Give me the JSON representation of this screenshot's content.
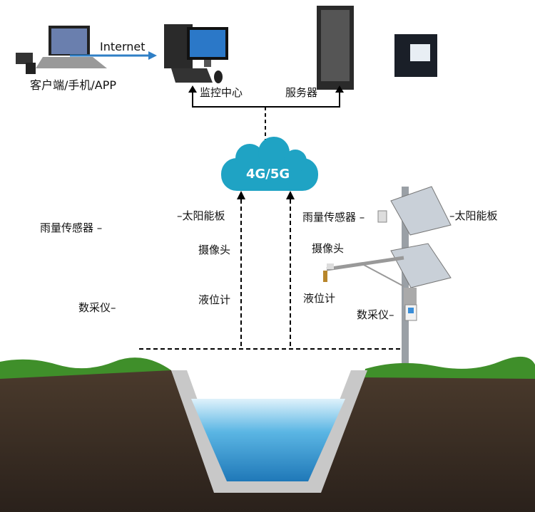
{
  "top": {
    "client_label": "客户端/手机/APP",
    "internet_label": "Internet",
    "monitor_center_label": "监控中心",
    "server_label": "服务器"
  },
  "cloud": {
    "label": "4G/5G",
    "color": "#1fa3c4"
  },
  "left_labels": {
    "rain_sensor": "雨量传感器 –",
    "solar_panel": "–太阳能板",
    "camera": "摄像头",
    "level_meter": "液位计",
    "data_logger": "数采仪–"
  },
  "right_labels": {
    "rain_sensor": "雨量传感器 –",
    "solar_panel": "–太阳能板",
    "camera": "摄像头",
    "level_meter": "液位计",
    "data_logger": "数采仪–"
  },
  "colors": {
    "arrow_blue": "#2f7fc6",
    "water": "#5bb6e4",
    "soil": "#3a2e25",
    "grass": "#3f8f2a"
  }
}
